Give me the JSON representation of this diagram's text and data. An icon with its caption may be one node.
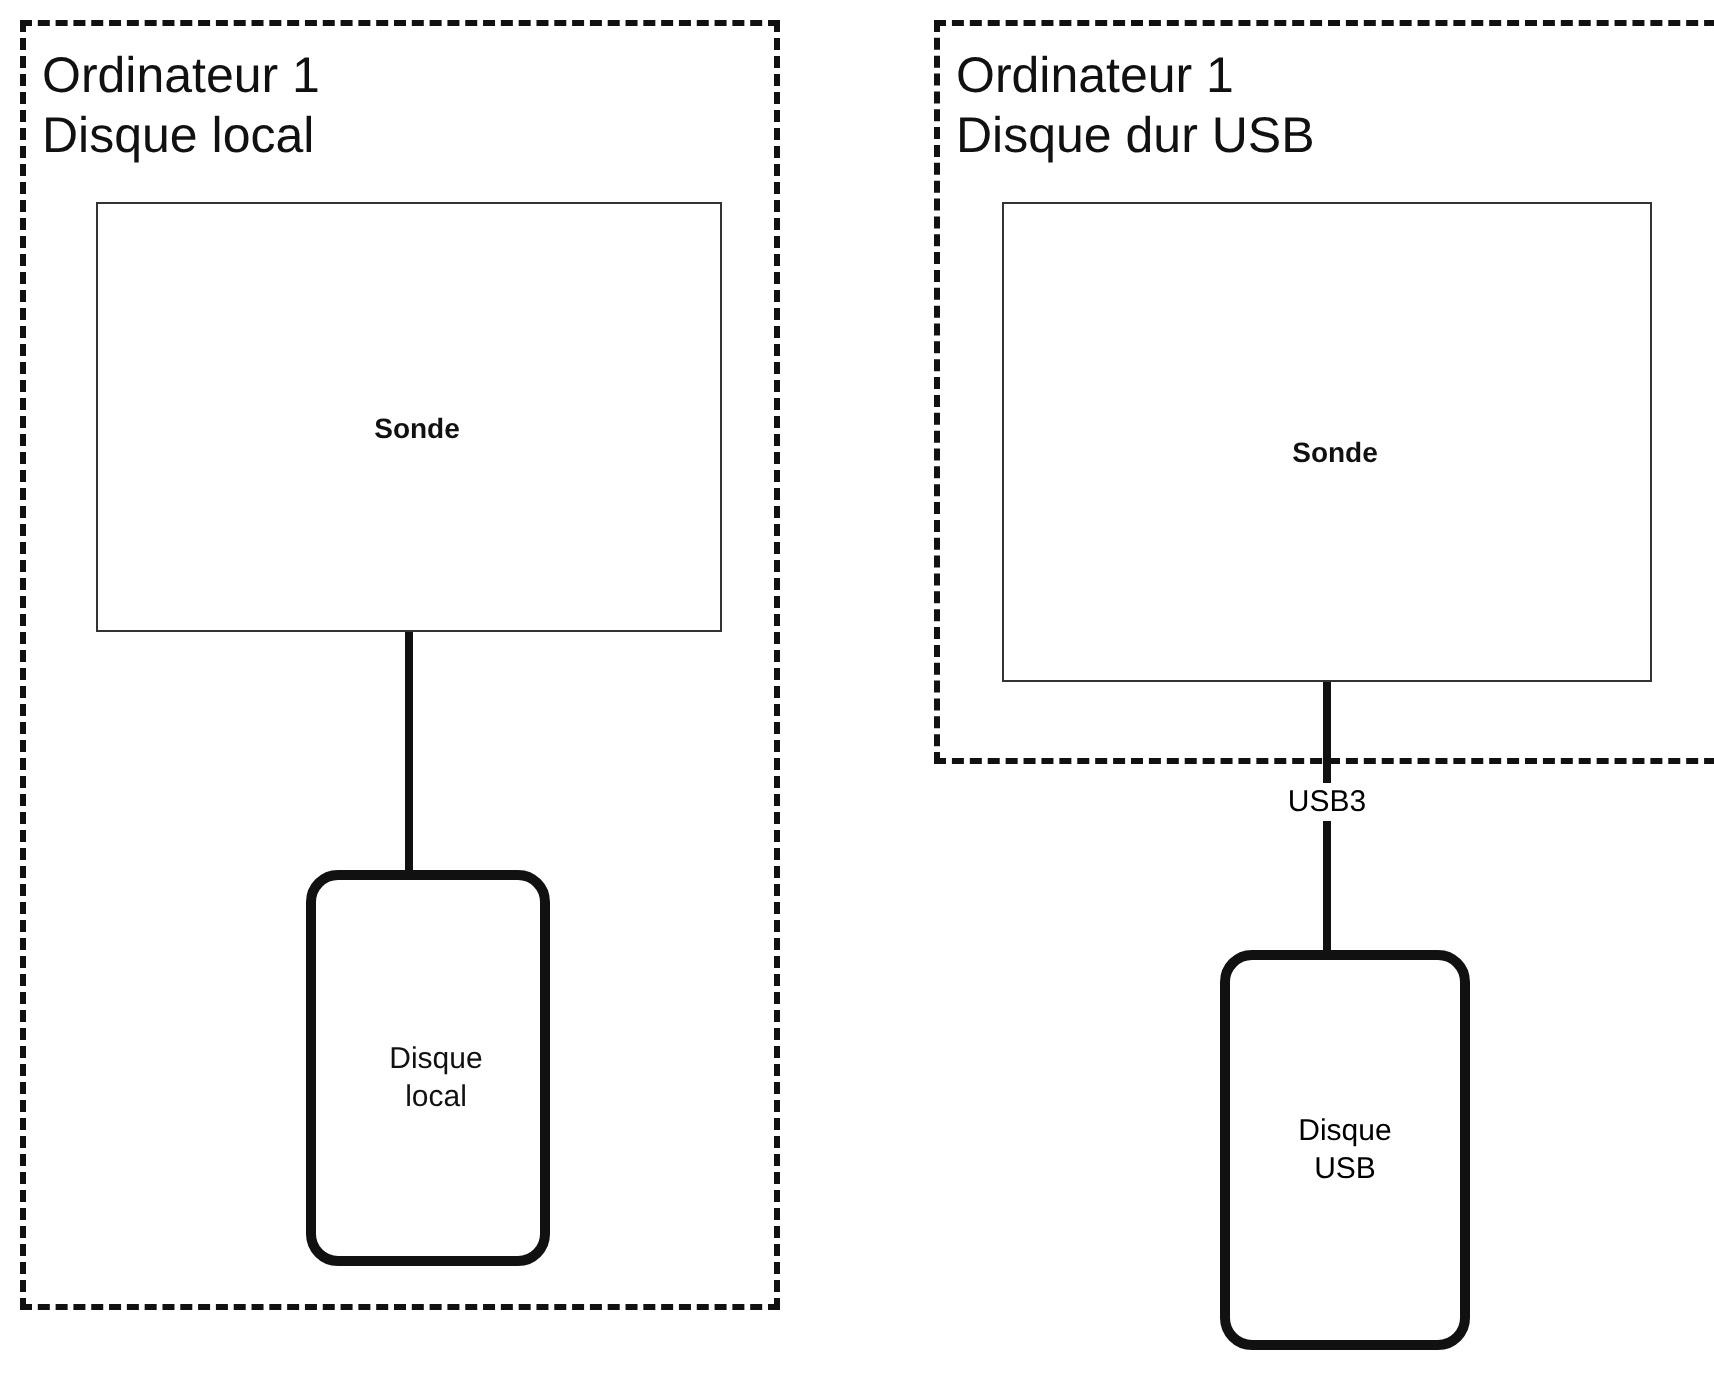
{
  "diagram": {
    "nodes": [
      {
        "text": [
          "Ordinateur 1",
          "Disque local"
        ]
      },
      {
        "text": [
          "Sonde"
        ],
        "in": 0
      },
      {
        "text": [
          "Disque local"
        ],
        "in": 0
      },
      {
        "text": [
          "Ordinateur 1",
          "Disque dur USB"
        ]
      },
      {
        "text": [
          "Sonde"
        ],
        "in": 3
      },
      {
        "text": [
          "Disque USB"
        ]
      }
    ],
    "edges": [
      {
        "from": 1,
        "to": 2,
        "arrow": "none"
      },
      {
        "from": 4,
        "to": 5,
        "arrow": "none",
        "label": "USB3"
      }
    ]
  }
}
